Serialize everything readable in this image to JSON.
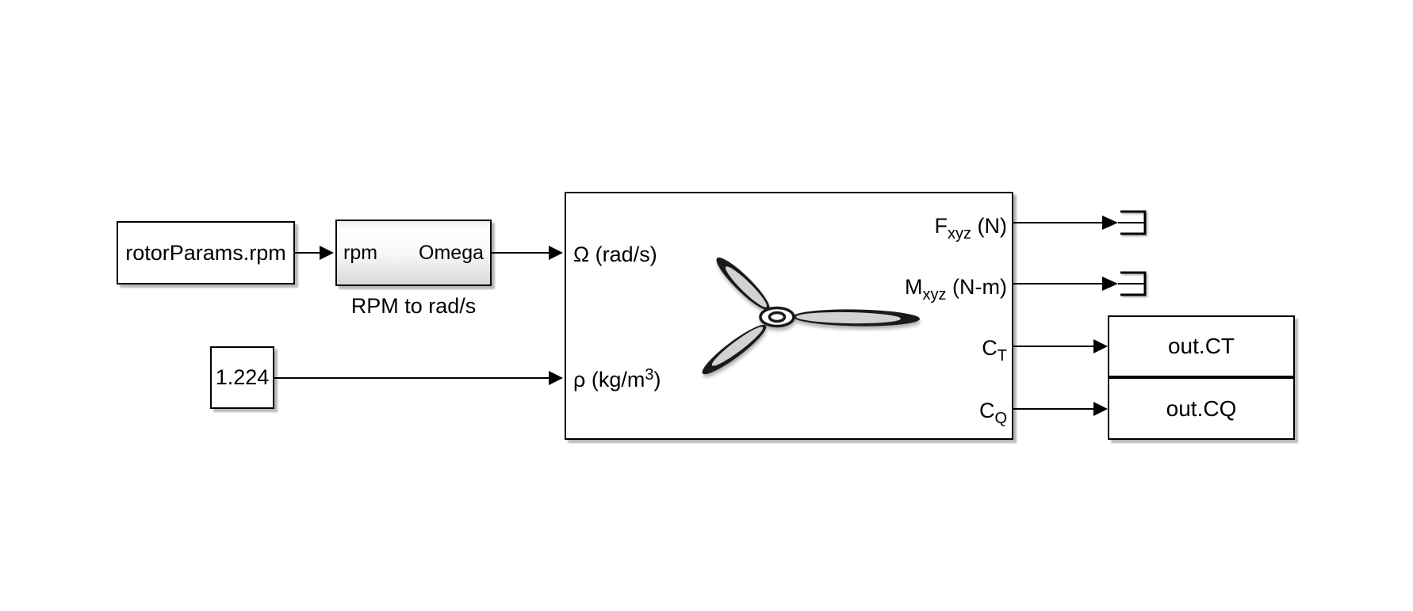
{
  "colors": {
    "canvas_bg": "#ffffff",
    "block_fill": "#ffffff",
    "block_border": "#000000",
    "signal_line": "#000000",
    "text": "#000000",
    "blade_fill": "#d2d2d2",
    "blade_outline": "#1a1a1a",
    "hub_fill": "#ffffff",
    "subsystem_gradient_top": "#ffffff",
    "subsystem_gradient_bottom": "#d8d8d8"
  },
  "blocks": {
    "rotor_params": {
      "label": "rotorParams.rpm"
    },
    "rpm_converter": {
      "name": "RPM to rad/s",
      "input_port": "rpm",
      "output_port": "Omega"
    },
    "air_density": {
      "value": "1.224"
    },
    "rotor": {
      "input_omega": {
        "label": "Ω (rad/s)"
      },
      "input_rho": {
        "base": "ρ (kg/m",
        "sup": "3",
        "suffix": ")"
      },
      "output_force": {
        "main": "F",
        "sub": "xyz",
        "suffix": " (N)"
      },
      "output_moment": {
        "main": "M",
        "sub": "xyz",
        "suffix": " (N-m)"
      },
      "output_ct": {
        "main": "C",
        "sub": "T",
        "suffix": ""
      },
      "output_cq": {
        "main": "C",
        "sub": "Q",
        "suffix": ""
      }
    },
    "out_ct": {
      "label": "out.CT"
    },
    "out_cq": {
      "label": "out.CQ"
    }
  }
}
